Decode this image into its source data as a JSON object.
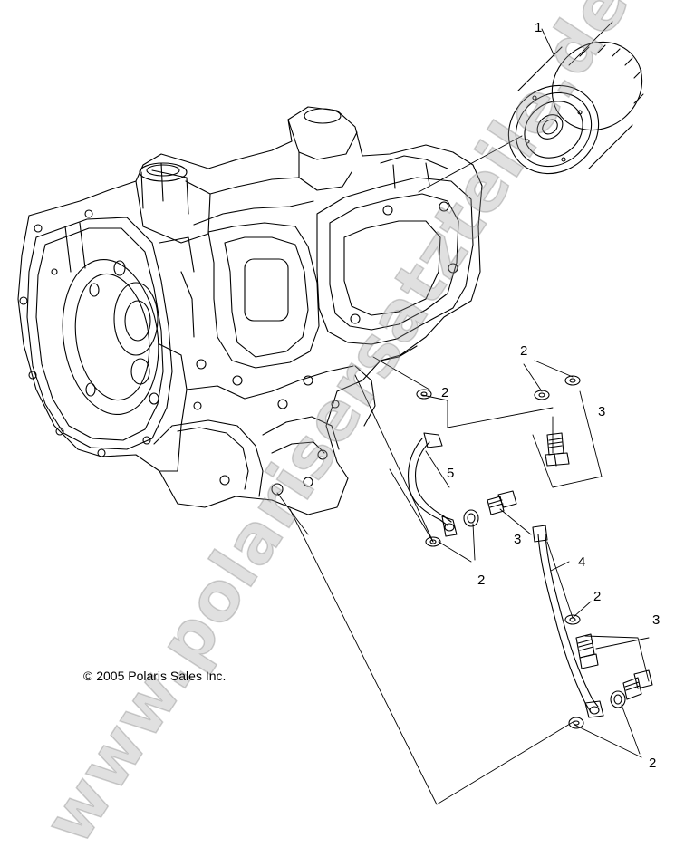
{
  "diagram": {
    "callouts": {
      "oil_filter": "1",
      "washer_upper_left": "2",
      "washers_upper_right": "2",
      "bolt_upper_right": "3",
      "oil_line_5": "5",
      "bolt_mid": "3",
      "washers_lower_mid": "2",
      "oil_line_4": "4",
      "washer_lower_right": "2",
      "bolts_lower_right": "3",
      "washers_bottom": "2"
    },
    "copyright": "© 2005 Polaris Sales Inc.",
    "watermark": "www.polarisersatzteile.de"
  }
}
